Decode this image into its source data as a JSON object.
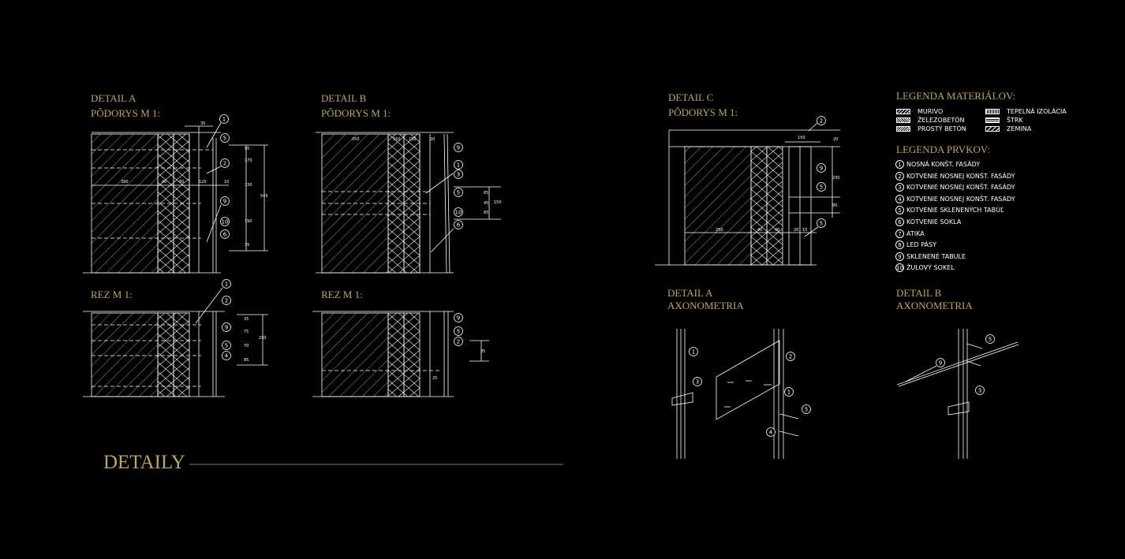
{
  "titles": {
    "detail_a": "DETAIL A",
    "podorys_a": "PÔDORYS M 1:",
    "detail_b": "DETAIL B",
    "podorys_b": "PÔDORYS M 1:",
    "detail_c": "DETAIL C",
    "podorys_c": "PÔDORYS M 1:",
    "rez_a": "REZ M 1:",
    "rez_b": "REZ M 1:",
    "axo_a_1": "DETAIL A",
    "axo_a_2": "AXONOMETRIA",
    "axo_b_1": "DETAIL B",
    "axo_b_2": "AXONOMETRIA",
    "main": "DETAILY"
  },
  "legend_materials": {
    "heading": "LEGENDA MATERIÁLOV:",
    "items": [
      "MURIVO",
      "ŽELEZOBETÓN",
      "PROSTÝ BETÓN",
      "TEPELNÁ IZOLÁCIA",
      "ŠTRK",
      "ZEMINA"
    ]
  },
  "legend_elements": {
    "heading": "LEGENDA PRVKOV:",
    "items": [
      {
        "n": "1",
        "t": "NOSNÁ KONŠT. FASÁDY"
      },
      {
        "n": "2",
        "t": "KOTVENIE NOSNEJ KONŠT. FASÁDY"
      },
      {
        "n": "3",
        "t": "KOTVENIE NOSNEJ KONŠT. FASÁDY"
      },
      {
        "n": "4",
        "t": "KOTVENIE NOSNEJ KONŠT. FASÁDY"
      },
      {
        "n": "5",
        "t": "KOTVENIE SKLENENÝCH TABÚĽ"
      },
      {
        "n": "6",
        "t": "KOTVENIE SOKLA"
      },
      {
        "n": "7",
        "t": "ATIKA"
      },
      {
        "n": "8",
        "t": "LED PÁSY"
      },
      {
        "n": "9",
        "t": "SKLENENÉ TABULE"
      },
      {
        "n": "10",
        "t": "ŽULOVÝ SOKEL"
      }
    ]
  },
  "callouts": {
    "da": [
      "1",
      "5",
      "2",
      "9",
      "10",
      "6"
    ],
    "db": [
      "9",
      "1",
      "3",
      "5",
      "10",
      "6"
    ],
    "dc": [
      "2",
      "9",
      "5",
      "5"
    ],
    "ra": [
      "1",
      "2",
      "9",
      "5",
      "4"
    ],
    "rb": [
      "9",
      "5",
      "2"
    ],
    "axa": [
      "1",
      "3",
      "2",
      "1",
      "5",
      "4"
    ],
    "axb": [
      "5",
      "9",
      "3"
    ]
  },
  "dims": {
    "da": [
      "35",
      "390",
      "40",
      "80",
      "120",
      "10",
      "545",
      "95",
      "170",
      "130",
      "190",
      "35"
    ],
    "db": [
      "250",
      "150",
      "150",
      "20",
      "65",
      "45",
      "65",
      "150"
    ],
    "dc": [
      "150",
      "20",
      "250",
      "40",
      "40",
      "20",
      "10",
      "230",
      "95"
    ],
    "ra": [
      "230",
      "35",
      "75",
      "70",
      "85"
    ],
    "rb": [
      "35",
      "25"
    ]
  },
  "colors": {
    "accent": "#b8a56a",
    "line": "#ffffff",
    "background": "#000000"
  }
}
